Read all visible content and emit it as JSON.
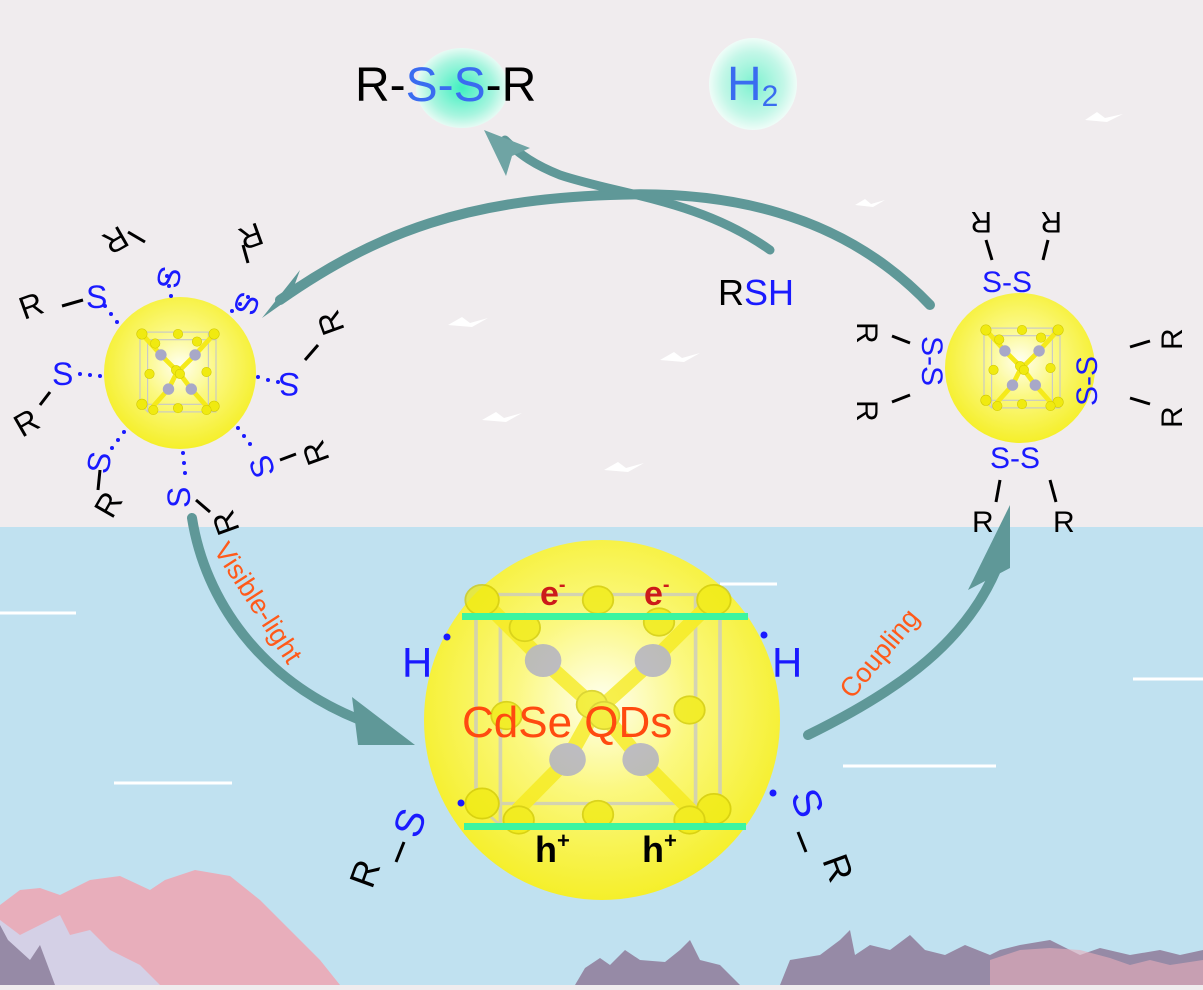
{
  "title": "Visible-light CdSe QDs photocatalytic thiol coupling to disulfide and H2",
  "colors": {
    "sky": "#f0ecee",
    "water": "#c0e1f0",
    "qd_yellow": "#f8f23c",
    "arrow": "#5f9898",
    "sulfur_blue": "#1a1aff",
    "product_blue": "#3a6cf0",
    "label_orange": "#ff5a1a",
    "electron_red": "#cc1a1a",
    "band_green": "#3cf5a0",
    "mountain_pink": "#e8aebb",
    "mountain_purple": "#968aa6"
  },
  "products": {
    "disulfide": {
      "prefix": "R-",
      "s1": "S",
      "dash": "-",
      "s2": "S",
      "suffix": "-R"
    },
    "hydrogen": {
      "symbol": "H",
      "subscript": "2"
    }
  },
  "reactant": {
    "r": "R",
    "sh": "SH"
  },
  "left_qd": {
    "ligands": [
      {
        "s": "S",
        "r": "R"
      },
      {
        "s": "S",
        "r": "R"
      },
      {
        "s": "S",
        "r": "R"
      },
      {
        "s": "S",
        "r": "R"
      },
      {
        "s": "S",
        "r": "R"
      },
      {
        "s": "S",
        "r": "R"
      },
      {
        "s": "S",
        "r": "R"
      },
      {
        "s": "S",
        "r": "R"
      }
    ]
  },
  "right_qd": {
    "disulfide_pairs": [
      {
        "label": "S-S",
        "r1": "R",
        "r2": "R"
      },
      {
        "label": "S-S",
        "r1": "R",
        "r2": "R"
      },
      {
        "label": "S-S",
        "r1": "R",
        "r2": "R"
      },
      {
        "label": "S-S",
        "r1": "R",
        "r2": "R"
      }
    ]
  },
  "center_qd": {
    "name": "CdSe QDs",
    "electron": "e",
    "electron_charge": "-",
    "hole": "h",
    "hole_charge": "+",
    "h_radical": "H",
    "s_radical": "S",
    "r_group": "R"
  },
  "arrows": {
    "visible_light": "Visible-light",
    "coupling": "Coupling"
  }
}
